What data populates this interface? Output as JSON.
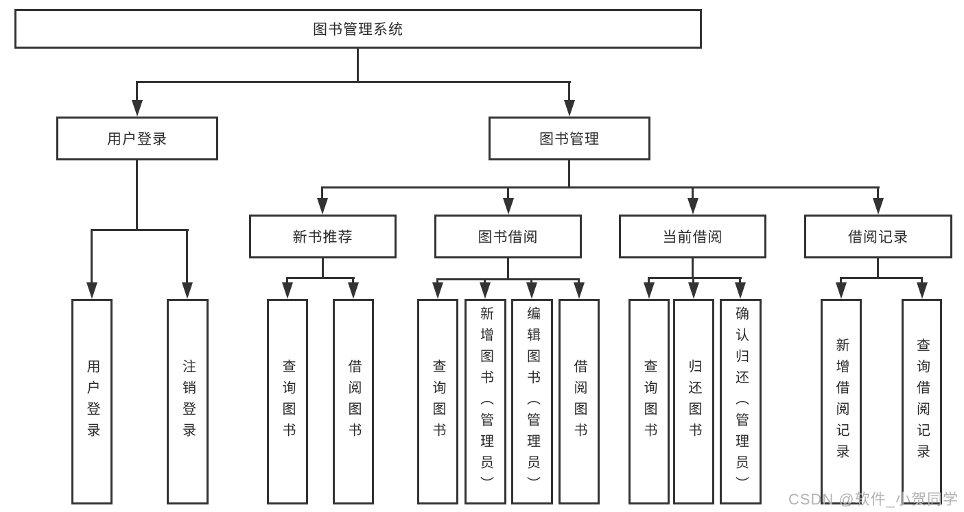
{
  "diagram": {
    "root": {
      "label": "图书管理系统"
    },
    "branches": [
      {
        "label": "用户登录",
        "children": [
          {
            "label": "用户登录"
          },
          {
            "label": "注销登录"
          }
        ]
      },
      {
        "label": "图书管理",
        "children": [
          {
            "label": "新书推荐",
            "children": [
              {
                "label": "查询图书"
              },
              {
                "label": "借阅图书"
              }
            ]
          },
          {
            "label": "图书借阅",
            "children": [
              {
                "label": "查询图书"
              },
              {
                "label": "新增图书（管理员）"
              },
              {
                "label": "编辑图书（管理员）"
              },
              {
                "label": "借阅图书"
              }
            ]
          },
          {
            "label": "当前借阅",
            "children": [
              {
                "label": "查询图书"
              },
              {
                "label": "归还图书"
              },
              {
                "label": "确认归还（管理员）"
              }
            ]
          },
          {
            "label": "借阅记录",
            "children": [
              {
                "label": "新增借阅记录"
              },
              {
                "label": "查询借阅记录"
              }
            ]
          }
        ]
      }
    ]
  },
  "watermark": {
    "text": "CSDN @软件_小贺同学"
  },
  "colors": {
    "line": "#333333",
    "box_border": "#333333",
    "box_fill": "#ffffff",
    "text": "#2b2b2b",
    "watermark": "#b3b3b3"
  }
}
